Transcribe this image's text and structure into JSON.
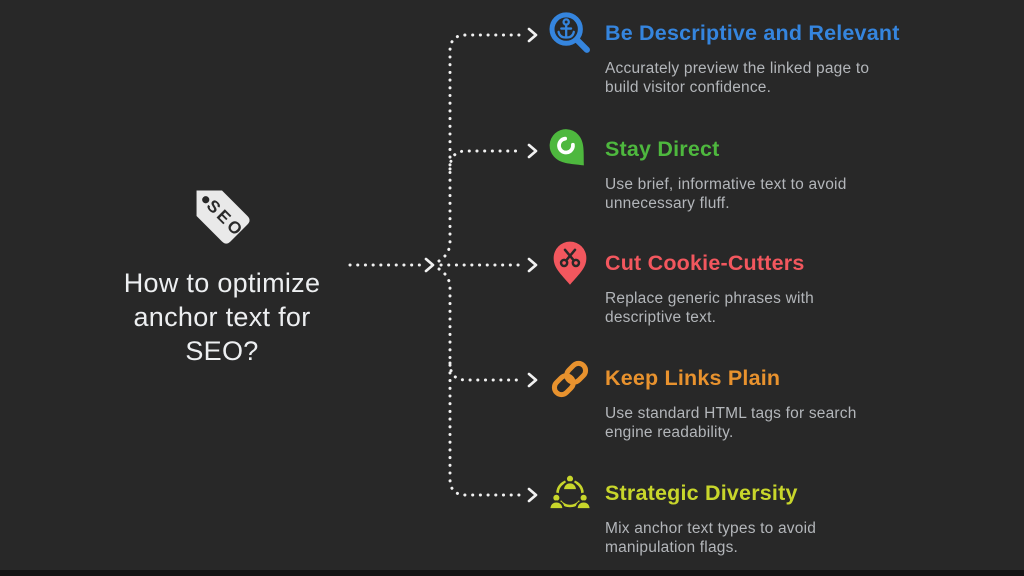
{
  "page": {
    "background": "#282828",
    "bottom_bar_color": "#141414",
    "dotted_line_color": "#f1f1f1"
  },
  "left_block": {
    "tag_label": "SEO",
    "tag_color": "#e9e9e9",
    "question": "How to optimize\nanchor text for\nSEO?"
  },
  "items": [
    {
      "icon": "search-anchor-icon",
      "color": "#3585de",
      "title": "Be Descriptive and Relevant",
      "desc": "Accurately preview the linked page to\nbuild visitor confidence."
    },
    {
      "icon": "swirl-pin-icon",
      "color": "#4eb83e",
      "title": "Stay Direct",
      "desc": "Use brief, informative text to avoid\nunnecessary fluff."
    },
    {
      "icon": "scissors-pin-icon",
      "color": "#f2575e",
      "title": "Cut Cookie-Cutters",
      "desc": "Replace generic phrases with\ndescriptive text."
    },
    {
      "icon": "chain-link-icon",
      "color": "#e8922e",
      "title": "Keep Links Plain",
      "desc": "Use standard HTML tags for search\nengine readability."
    },
    {
      "icon": "people-group-icon",
      "color": "#c8d62b",
      "title": "Strategic Diversity",
      "desc": "Mix anchor text types to avoid\nmanipulation flags."
    }
  ]
}
